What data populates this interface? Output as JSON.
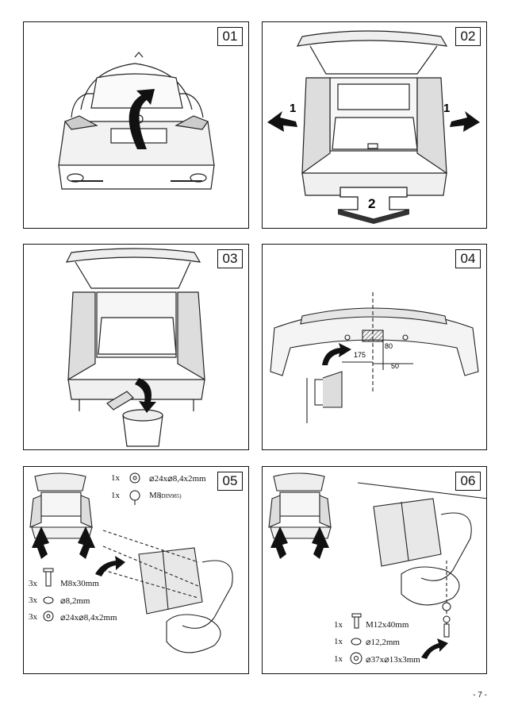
{
  "panels": [
    {
      "number": "01"
    },
    {
      "number": "02",
      "callouts": [
        "1",
        "1",
        "2"
      ]
    },
    {
      "number": "03"
    },
    {
      "number": "04",
      "dims": [
        "175",
        "80",
        "50"
      ]
    },
    {
      "number": "05",
      "top_parts": [
        {
          "qty": "1x",
          "desc": "⌀24x⌀8,4x2mm"
        },
        {
          "qty": "1x",
          "desc": "M8",
          "sub": "(DIN985)"
        }
      ],
      "bottom_parts": [
        {
          "qty": "3x",
          "desc": "M8x30mm"
        },
        {
          "qty": "3x",
          "desc": "⌀8,2mm"
        },
        {
          "qty": "3x",
          "desc": "⌀24x⌀8,4x2mm"
        }
      ]
    },
    {
      "number": "06",
      "bottom_parts": [
        {
          "qty": "1x",
          "desc": "M12x40mm"
        },
        {
          "qty": "1x",
          "desc": "⌀12,2mm"
        },
        {
          "qty": "1x",
          "desc": "⌀37x⌀13x3mm"
        }
      ]
    }
  ],
  "page_number": "- 7 -"
}
